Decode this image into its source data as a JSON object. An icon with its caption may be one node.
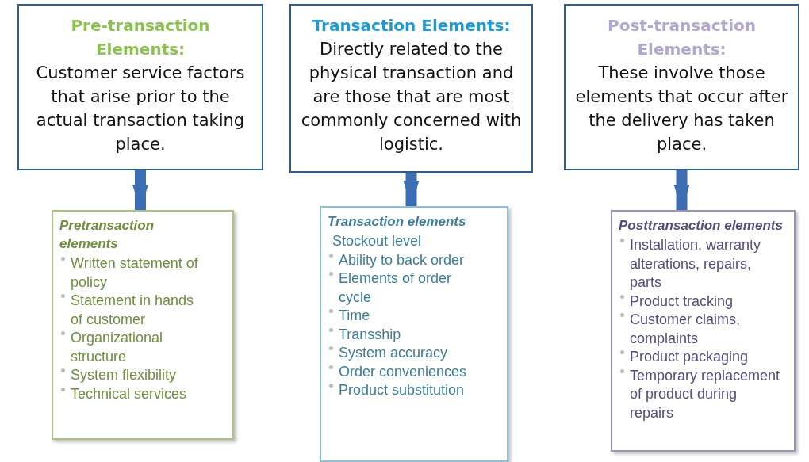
{
  "diagram": {
    "nodes": [
      {
        "text": [
          "Pre-transaction Elements:",
          "Customer service factors that arise prior to the actual transaction taking place."
        ]
      },
      {
        "text": [
          "Transaction Elements:",
          "Directly related to the physical transaction and are those that are most commonly concerned with logistic."
        ]
      },
      {
        "text": [
          "Post-transaction Elements:",
          "These involve those elements that occur after the delivery has taken place."
        ]
      },
      {
        "text": [
          "Pretransaction elements",
          "Written statement of policy",
          "Statement in hands of customer",
          "Organizational structure",
          "System flexibility",
          "Technical services"
        ]
      },
      {
        "text": [
          "Transaction elements",
          "Stockout level",
          "Ability to back order",
          "Elements of order cycle",
          "Time",
          "Transship",
          "System accuracy",
          "Order conveniences",
          "Product substitution"
        ]
      },
      {
        "text": [
          "Posttransaction elements",
          "Installation, warranty alterations, repairs, parts",
          "Product tracking",
          "Customer claims, complaints",
          "Product packaging",
          "Temporary replacement of product during repairs"
        ]
      }
    ],
    "edges": [
      {
        "from": 0,
        "to": 3,
        "arrow": "to"
      },
      {
        "from": 1,
        "to": 4,
        "arrow": "to"
      },
      {
        "from": 2,
        "to": 5,
        "arrow": "to"
      }
    ]
  }
}
